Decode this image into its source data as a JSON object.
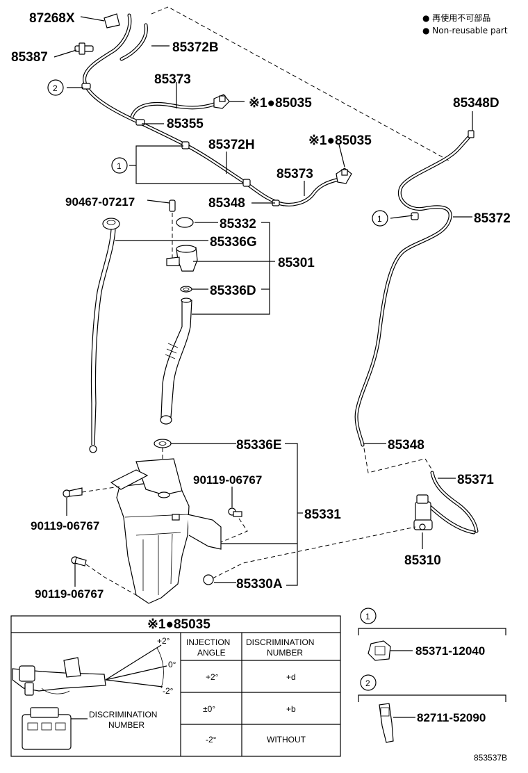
{
  "legend": {
    "line1": "● 再使用不可部品",
    "line2": "● Non-reusable part"
  },
  "labels": {
    "p87268X": "87268X",
    "p85387": "85387",
    "p85372B": "85372B",
    "p85373a": "85373",
    "p85035a": "※1●85035",
    "p85355": "85355",
    "p85372H": "85372H",
    "p85035b": "※1●85035",
    "p85373b": "85373",
    "p9046707217": "90467-07217",
    "p85348a": "85348",
    "p85332": "85332",
    "p85336G": "85336G",
    "p85301": "85301",
    "p85336D": "85336D",
    "p85348D": "85348D",
    "p85372": "85372",
    "p85336E": "85336E",
    "p85348b": "85348",
    "p85371": "85371",
    "p9011906767a": "90119-06767",
    "p9011906767b": "90119-06767",
    "p85331": "85331",
    "p85310": "85310",
    "p9011906767c": "90119-06767",
    "p85330A": "85330A"
  },
  "callouts": {
    "c1": "1",
    "c2": "2"
  },
  "table": {
    "title": "※1●85035",
    "header_angle_1": "INJECTION",
    "header_angle_2": "ANGLE",
    "header_disc_1": "DISCRIMINATION",
    "header_disc_2": "NUMBER",
    "rows": [
      {
        "angle": "+2°",
        "disc": "+d"
      },
      {
        "angle": "±0°",
        "disc": "+b"
      },
      {
        "angle": "-2°",
        "disc": "WITHOUT"
      }
    ],
    "angle_plus": "+2°",
    "angle_zero": "0°",
    "angle_minus": "-2°",
    "disc_label_1": "DISCRIMINATION",
    "disc_label_2": "NUMBER"
  },
  "clips": [
    {
      "callout": "1",
      "part": "85371-12040"
    },
    {
      "callout": "2",
      "part": "82711-52090"
    }
  ],
  "reference": "853537B"
}
